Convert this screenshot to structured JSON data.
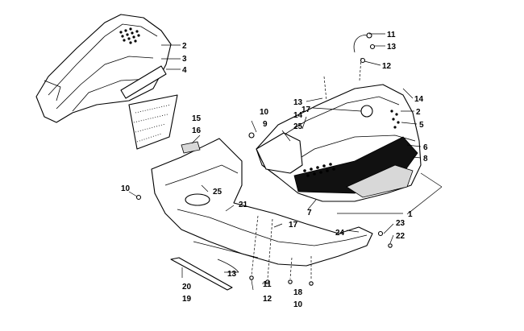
{
  "callouts": {
    "c2a": "2",
    "c3": "3",
    "c4": "4",
    "c11a": "11",
    "c13a": "13",
    "c12a": "12",
    "c13b": "13",
    "c17a": "17",
    "c14a": "14",
    "c2b": "2",
    "c5": "5",
    "c6": "6",
    "c8": "8",
    "c1": "1",
    "c10a": "10",
    "c9": "9",
    "c14b": "14",
    "c25a": "25",
    "c15": "15",
    "c16": "16",
    "c10b": "10",
    "c25b": "25",
    "c21": "21",
    "c7": "7",
    "c17b": "17",
    "c24": "24",
    "c23": "23",
    "c22": "22",
    "c13c": "13",
    "c20": "20",
    "c19": "19",
    "c11b": "11",
    "c12b": "12",
    "c18": "18",
    "c10c": "10"
  }
}
